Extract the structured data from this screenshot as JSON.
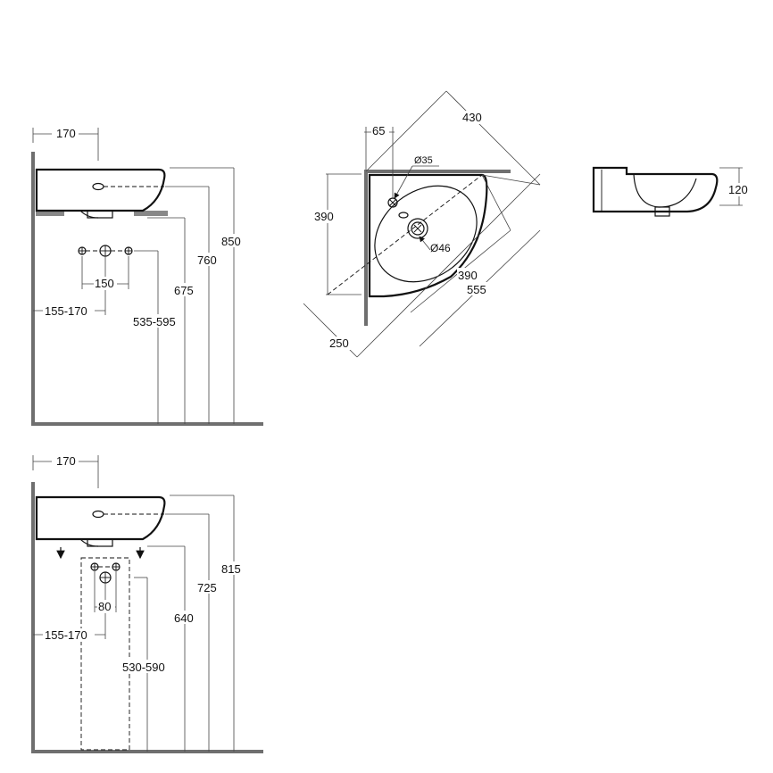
{
  "top_side_view": {
    "projection": "170",
    "total_height": "850",
    "rim_height": "760",
    "outlet_height": "675",
    "supply_height": "535-595",
    "supply_spacing": "150",
    "drain_offset": "155-170"
  },
  "plan_view": {
    "overall_diagonal": "430",
    "tap_hole_offset": "65",
    "tap_hole_diameter": "Ø35",
    "depth": "390",
    "drain_diameter": "Ø46",
    "side_390": "390",
    "side_555": "555",
    "corner_250": "250"
  },
  "section_view": {
    "basin_depth": "120"
  },
  "bottom_side_view": {
    "projection": "170",
    "total_height": "815",
    "rim_height": "725",
    "outlet_height": "640",
    "supply_height": "530-590",
    "supply_spacing": "80",
    "drain_offset": "155-170"
  },
  "colors": {
    "line": "#111111",
    "wall": "#6f6f6f",
    "background": "#ffffff"
  }
}
